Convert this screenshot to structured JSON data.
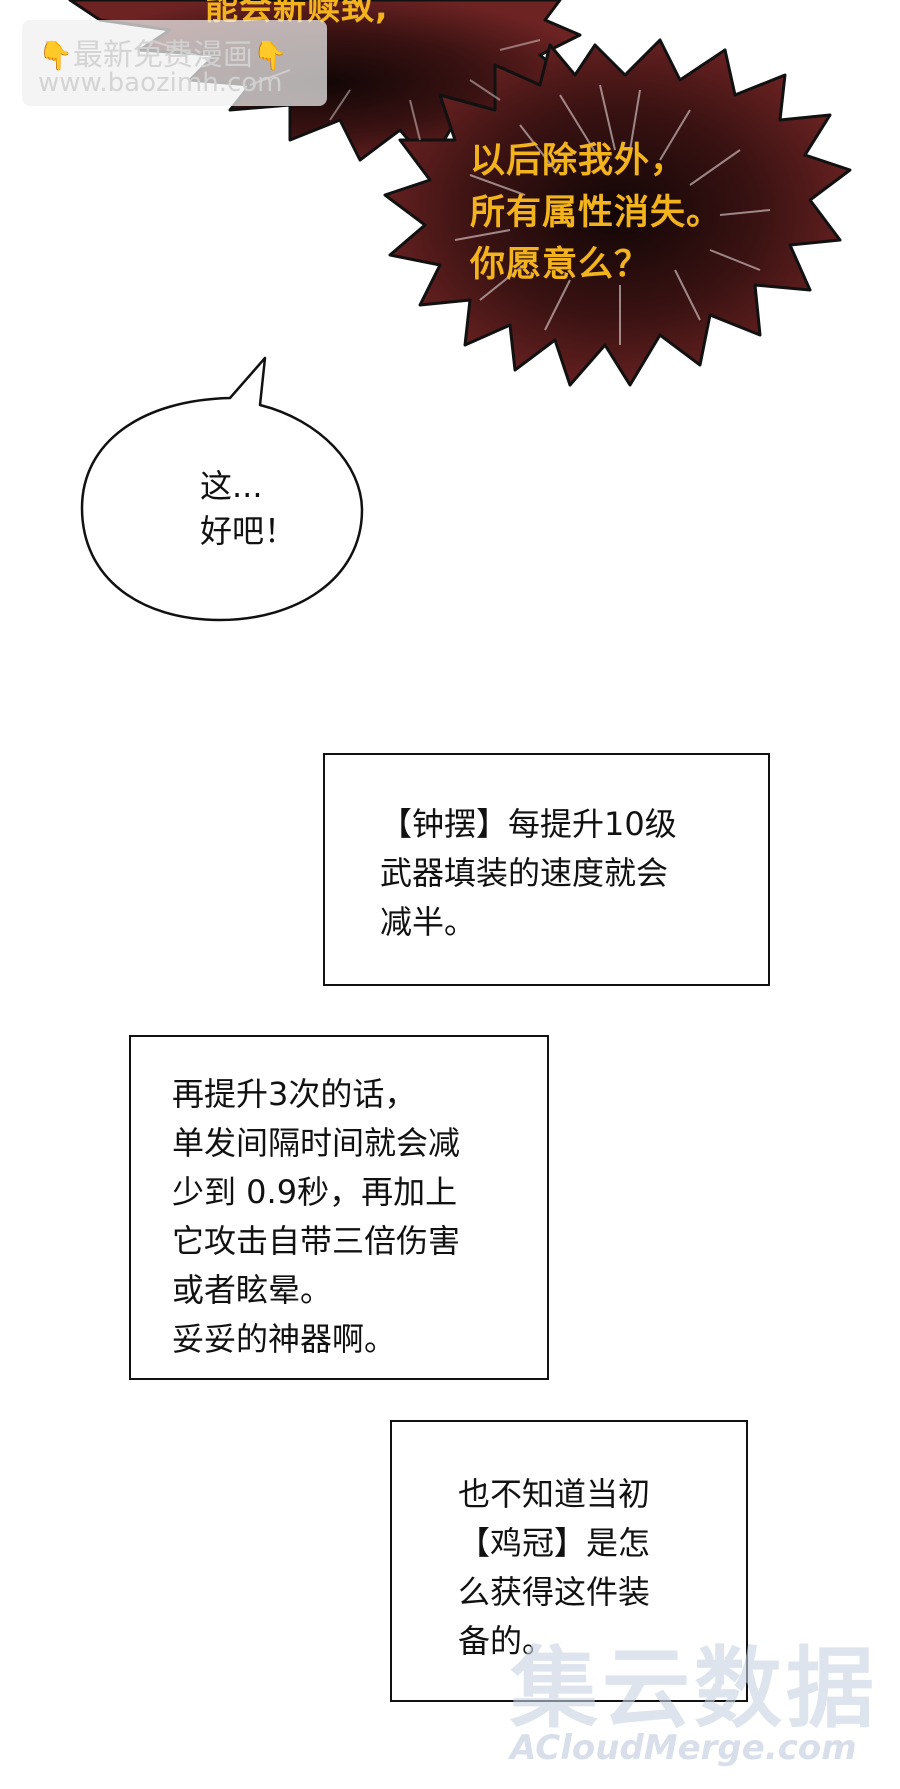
{
  "watermark_top": {
    "line1": "最新免费漫画",
    "line2": "www.baozimh.com",
    "hand_left": "👇",
    "hand_right": "👇"
  },
  "burst_top": {
    "text": "能会新赎致,"
  },
  "burst_main": {
    "lines": [
      "以后除我外，",
      "所有属性消失。",
      "你愿意么？"
    ]
  },
  "speech": {
    "lines": [
      "这...",
      "好吧！"
    ]
  },
  "narration_1": {
    "lines": [
      "【钟摆】每提升10级",
      "武器填装的速度就会",
      "减半。"
    ]
  },
  "narration_2": {
    "lines": [
      "再提升3次的话，",
      "单发间隔时间就会减",
      "少到 0.9秒，再加上",
      "它攻击自带三倍伤害",
      "或者眩晕。",
      "妥妥的神器啊。"
    ]
  },
  "narration_3": {
    "lines": [
      "也不知道当初",
      "【鸡冠】是怎",
      "么获得这件装",
      "备的。"
    ]
  },
  "watermark_bottom": {
    "brand": "集云数据",
    "url": "ACloudMerge.com"
  },
  "colors": {
    "burst_fill": "#6e2323",
    "burst_text": "#f2b31d",
    "line": "#111111"
  }
}
